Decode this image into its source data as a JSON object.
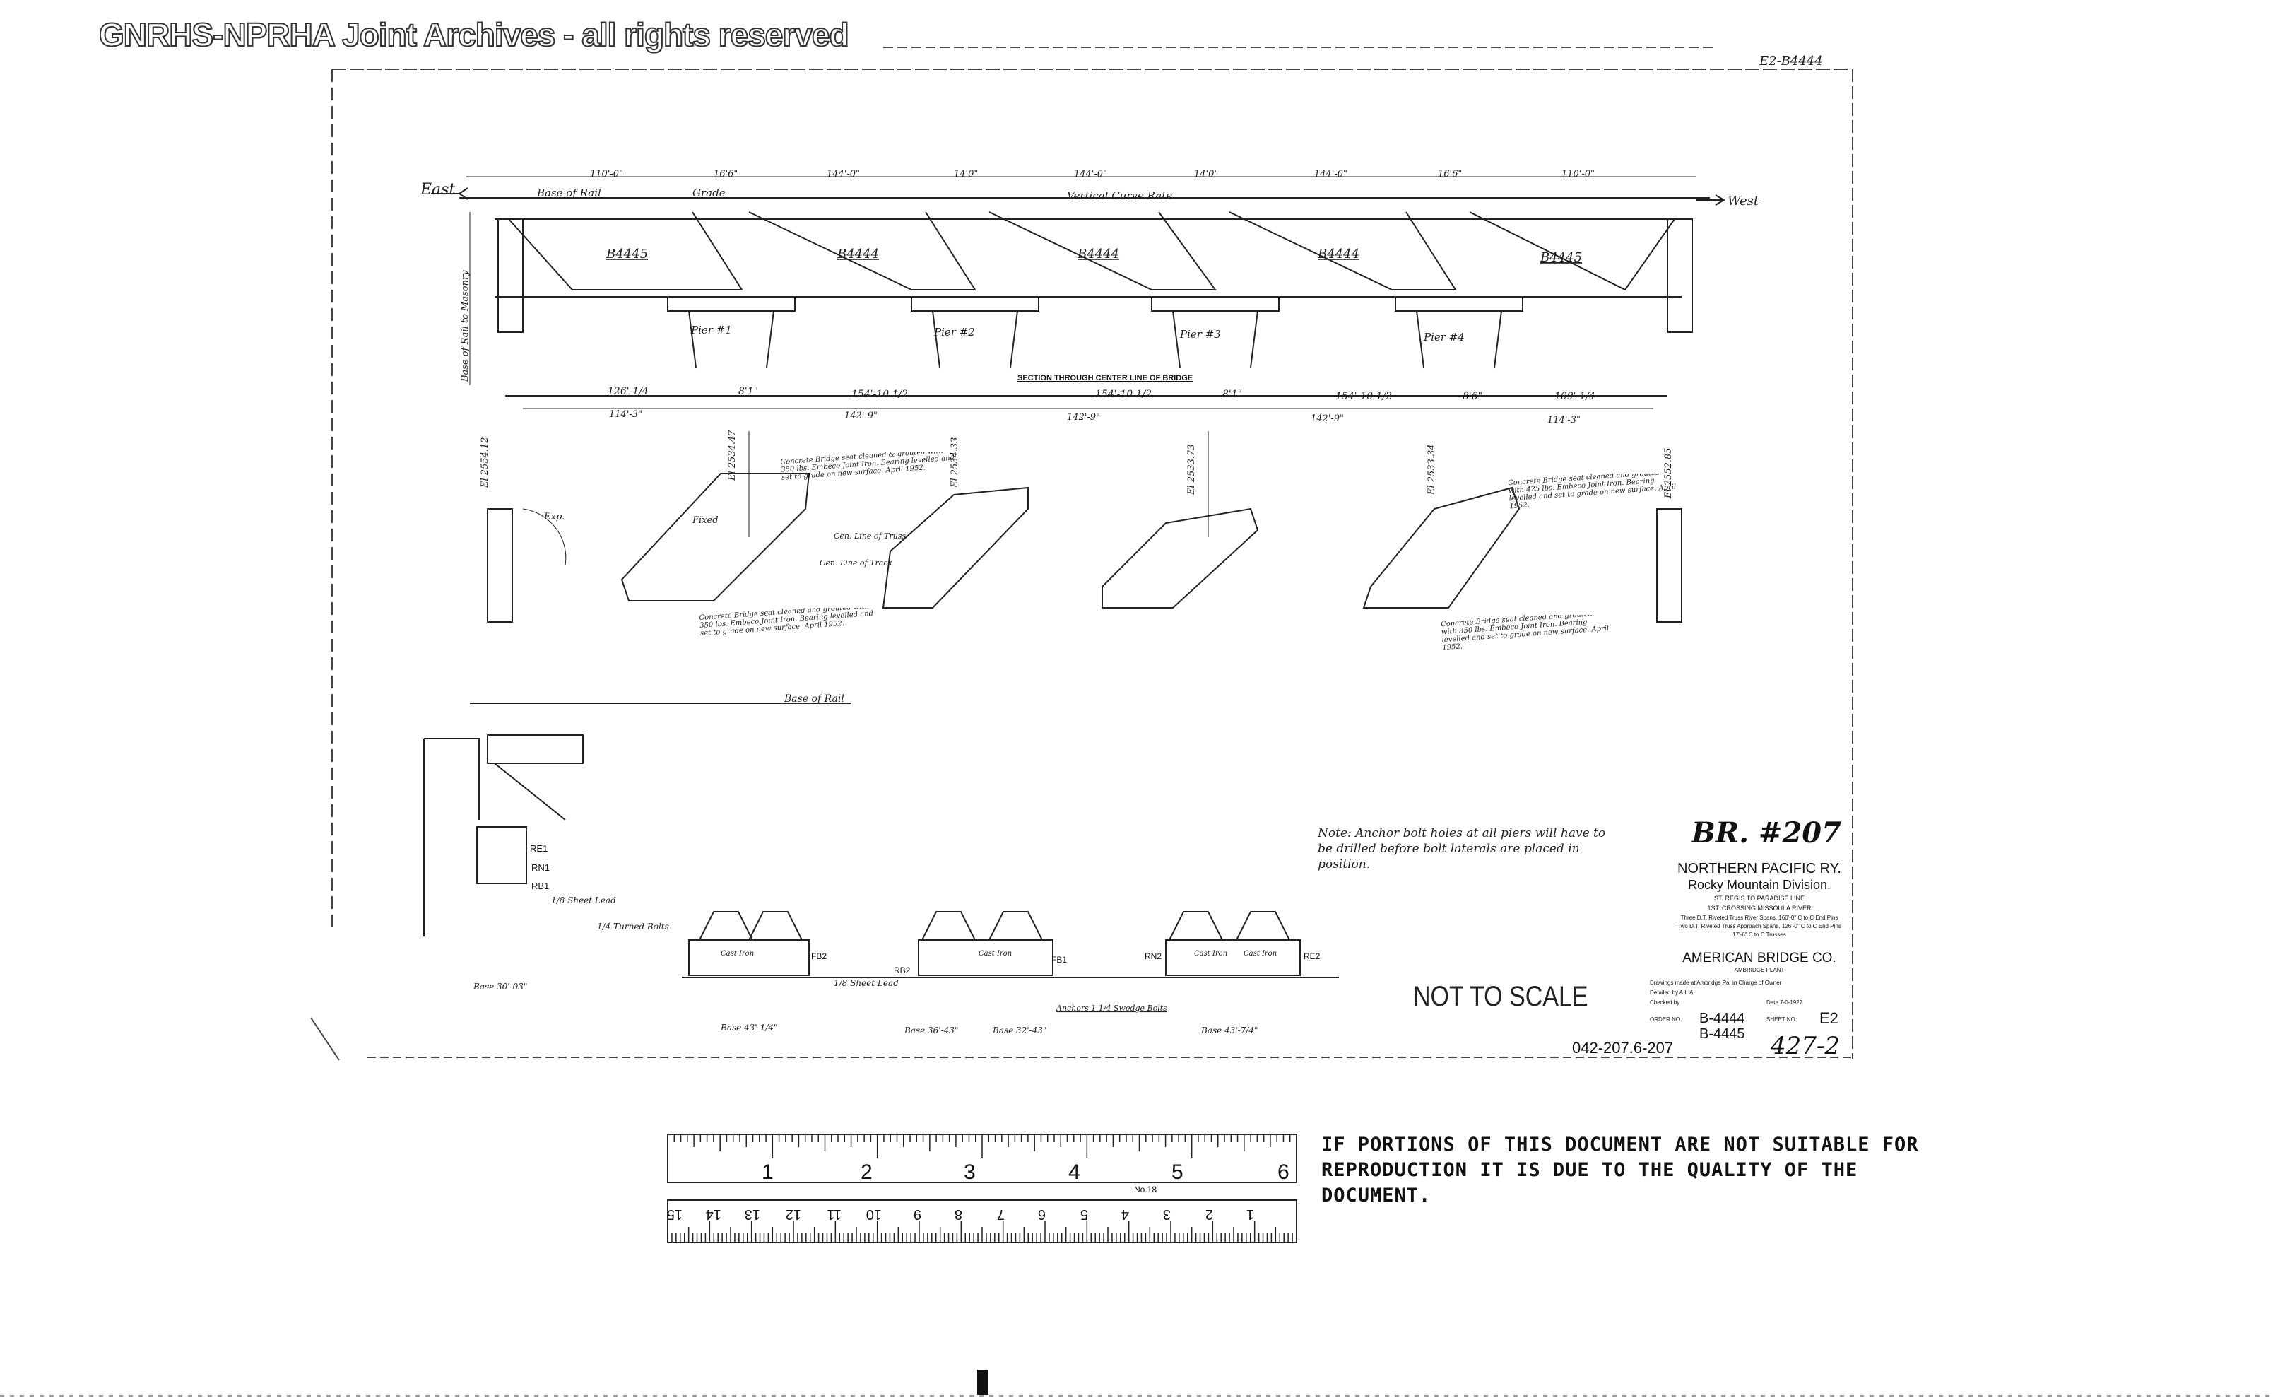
{
  "watermark": "GNRHS-NPRHA Joint Archives - all rights reserved",
  "corner_ref": "E2-B4444",
  "elevation": {
    "direction_left": "East",
    "direction_right": "West",
    "base_of_rail": "Base of Rail",
    "grade": "Grade",
    "vertical_curve": "Vertical Curve Rate",
    "span_dims": [
      "110'-0\"",
      "16'6\"",
      "144'-0\"",
      "14'0\"",
      "144'-0\"",
      "14'0\"",
      "144'-0\"",
      "16'6\"",
      "110'-0\""
    ],
    "spans": [
      "B4445",
      "B4444",
      "B4444",
      "B4444",
      "B4445"
    ],
    "piers": [
      "Pier #1",
      "Pier #2",
      "Pier #3",
      "Pier #4"
    ],
    "section_title": "SECTION THROUGH CENTER LINE OF BRIDGE",
    "base_label": "Base of Rail to Masonry"
  },
  "plan": {
    "dims_top": [
      "126'-1/4",
      "8'1\"",
      "154'-10 1/2",
      "154'-10 1/2",
      "8'1\"",
      "154'-10 1/2",
      "8'6\"",
      "109'-1/4"
    ],
    "dims_lower": [
      "114'-3\"",
      "142'-9\"",
      "142'-9\"",
      "142'-9\"",
      "114'-3\""
    ],
    "elevations": [
      "El 2554.12",
      "El 2534.47",
      "El 2534.33",
      "El 2533.73",
      "El 2533.34",
      "El 2552.85"
    ],
    "labels": {
      "fixed": "Fixed",
      "exp": "Exp.",
      "cen_truss": "Cen. Line of Truss",
      "cen_track": "Cen. Line of Track"
    },
    "notes": [
      "Concrete Bridge seat cleaned & grouted with 350 lbs. Embeco Joint Iron. Bearing levelled and set to grade on new surface. April 1952.",
      "Concrete Bridge seat cleaned and grouted with 350 lbs. Embeco Joint Iron. Bearing levelled and set to grade on new surface. April 1952.",
      "Concrete Bridge seat cleaned and grouted with 425 lbs. Embeco Joint Iron. Bearing levelled and set to grade on new surface. April 1952.",
      "Concrete Bridge seat cleaned and grouted with 350 lbs. Embeco Joint Iron. Bearing levelled and set to grade on new surface. April 1952."
    ]
  },
  "details": {
    "base_of_rail": "Base of Rail",
    "shoe_labels": [
      "RE1",
      "RN1",
      "RB1",
      "FB1",
      "FB2",
      "RN2",
      "RB2",
      "RE2"
    ],
    "anchor_labels": [
      "Cast Iron",
      "Cast Iron",
      "Cast Iron",
      "Cast Iron"
    ],
    "turned_bolts": "1/4 Turned Bolts",
    "sheet_lead": "1/8 Sheet Lead",
    "base_dims": [
      "Base 30'-03\"",
      "Base 43'-1/4\"",
      "Base 36'-43\"",
      "Base 32'-43\"",
      "Base 43'-7/4\""
    ],
    "anchors_note": "Anchors 1 1/4 Swedge Bolts",
    "note": "Note: Anchor bolt holes at all piers will have to be drilled before bolt laterals are placed in position."
  },
  "title_block": {
    "bridge_number": "BR. #207",
    "railway": "NORTHERN PACIFIC RY.",
    "division": "Rocky Mountain Division.",
    "line": "ST. REGIS TO PARADISE LINE",
    "crossing": "1ST. CROSSING MISSOULA RIVER",
    "description_1": "Three D.T. Riveted Truss River Spans, 160'-0\" C to C End Pins",
    "description_2": "Two D.T. Riveted Truss Approach Spans, 126'-0\" C to C End Pins",
    "description_3": "17'-6\" C to C Trusses",
    "company": "AMERICAN BRIDGE CO.",
    "plant": "AMBRIDGE PLANT",
    "drawn_info": "Drawings made at Ambridge Pa. in Charge of Owner",
    "detailed_by": "Detailed by A.L.A.",
    "checked_by": "Checked by",
    "date": "Date 7-0-1927",
    "order_label": "ORDER NO.",
    "order_no_1": "B-4444",
    "order_no_2": "B-4445",
    "sheet_label": "SHEET NO.",
    "sheet_no": "E2",
    "file_no": "042-207.6-207",
    "handwritten": "427-2"
  },
  "not_to_scale": "NOT TO SCALE",
  "ruler": {
    "inch_numbers": [
      "1",
      "2",
      "3",
      "4",
      "5",
      "6"
    ],
    "cm_numbers": [
      "15",
      "14",
      "13",
      "12",
      "11",
      "10",
      "9",
      "8",
      "7",
      "6",
      "5",
      "4",
      "3",
      "2",
      "1"
    ],
    "model": "No.18"
  },
  "disclaimer": "IF PORTIONS OF THIS DOCUMENT ARE NOT SUITABLE FOR REPRODUCTION IT IS DUE TO THE QUALITY OF THE DOCUMENT."
}
